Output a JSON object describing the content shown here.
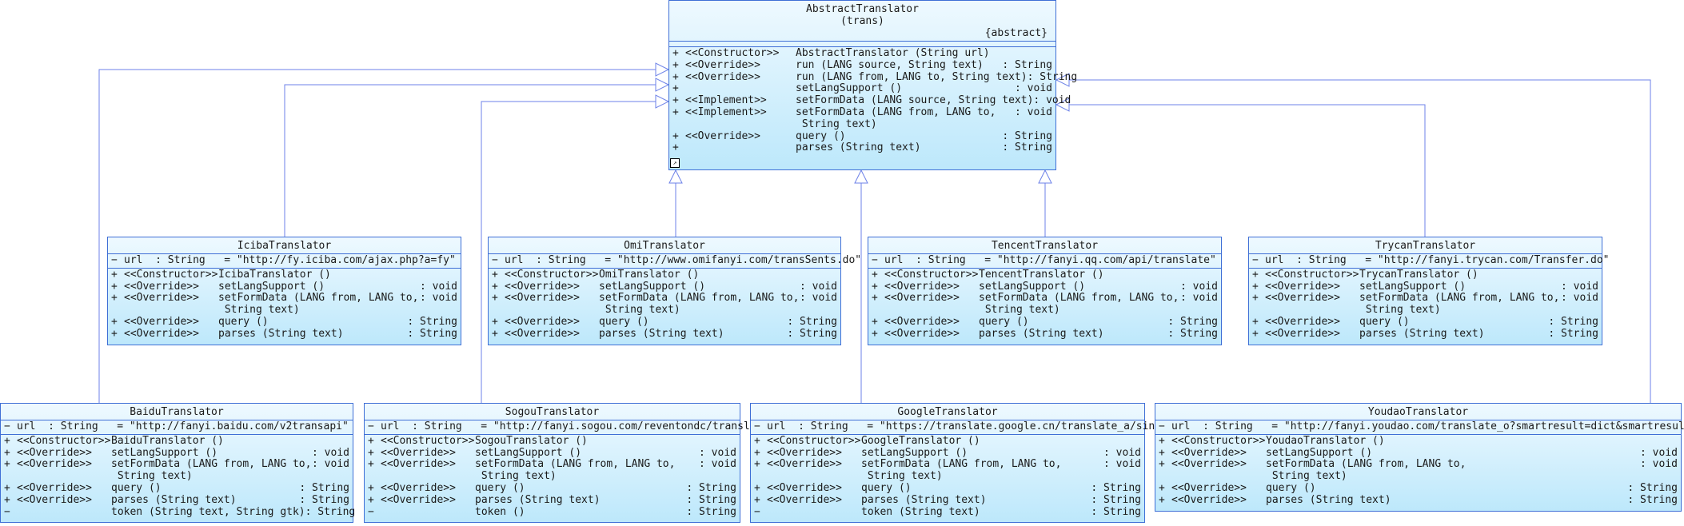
{
  "abstract": {
    "name": "AbstractTranslator",
    "package": "(trans)",
    "flag": "{abstract}",
    "ops": [
      {
        "vis": "+",
        "st": "<<Constructor>>",
        "nm": "AbstractTranslator (String url)",
        "rt": ""
      },
      {
        "vis": "+",
        "st": "<<Override>>",
        "nm": "run (LANG source, String text)",
        "rt": ": String"
      },
      {
        "vis": "+",
        "st": "<<Override>>",
        "nm": "run (LANG from, LANG to, String text)",
        "rt": ": String"
      },
      {
        "vis": "+",
        "st": "",
        "nm": "setLangSupport ()",
        "rt": ": void"
      },
      {
        "vis": "+",
        "st": "<<Implement>>",
        "nm": "setFormData (LANG source, String text)",
        "rt": ": void"
      },
      {
        "vis": "+",
        "st": "<<Implement>>",
        "nm": "setFormData (LANG from, LANG to,",
        "rt": ": void"
      },
      {
        "vis": "",
        "st": "",
        "nm": " String text)",
        "rt": ""
      },
      {
        "vis": "+",
        "st": "<<Override>>",
        "nm": "query ()",
        "rt": ": String"
      },
      {
        "vis": "+",
        "st": "",
        "nm": "parses (String text)",
        "rt": ": String"
      }
    ]
  },
  "classes": [
    {
      "key": "iciba",
      "name": "IcibaTranslator",
      "attr": {
        "vis": "−",
        "nm": "url  : String   = \"http://fy.iciba.com/ajax.php?a=fy\""
      },
      "ops": [
        {
          "vis": "+",
          "st": "<<Constructor>>",
          "nm": "IcibaTranslator ()",
          "rt": ""
        },
        {
          "vis": "+",
          "st": "<<Override>>",
          "nm": "setLangSupport ()",
          "rt": ": void"
        },
        {
          "vis": "+",
          "st": "<<Override>>",
          "nm": "setFormData (LANG from, LANG to,",
          "rt": ": void"
        },
        {
          "vis": "",
          "st": "",
          "nm": " String text)",
          "rt": ""
        },
        {
          "vis": "+",
          "st": "<<Override>>",
          "nm": "query ()",
          "rt": ": String"
        },
        {
          "vis": "+",
          "st": "<<Override>>",
          "nm": "parses (String text)",
          "rt": ": String"
        }
      ]
    },
    {
      "key": "omi",
      "name": "OmiTranslator",
      "attr": {
        "vis": "−",
        "nm": "url  : String   = \"http://www.omifanyi.com/transSents.do\""
      },
      "ops": [
        {
          "vis": "+",
          "st": "<<Constructor>>",
          "nm": "OmiTranslator ()",
          "rt": ""
        },
        {
          "vis": "+",
          "st": "<<Override>>",
          "nm": "setLangSupport ()",
          "rt": ": void"
        },
        {
          "vis": "+",
          "st": "<<Override>>",
          "nm": "setFormData (LANG from, LANG to,",
          "rt": ": void"
        },
        {
          "vis": "",
          "st": "",
          "nm": " String text)",
          "rt": ""
        },
        {
          "vis": "+",
          "st": "<<Override>>",
          "nm": "query ()",
          "rt": ": String"
        },
        {
          "vis": "+",
          "st": "<<Override>>",
          "nm": "parses (String text)",
          "rt": ": String"
        }
      ]
    },
    {
      "key": "tencent",
      "name": "TencentTranslator",
      "attr": {
        "vis": "−",
        "nm": "url  : String   = \"http://fanyi.qq.com/api/translate\""
      },
      "ops": [
        {
          "vis": "+",
          "st": "<<Constructor>>",
          "nm": "TencentTranslator ()",
          "rt": ""
        },
        {
          "vis": "+",
          "st": "<<Override>>",
          "nm": "setLangSupport ()",
          "rt": ": void"
        },
        {
          "vis": "+",
          "st": "<<Override>>",
          "nm": "setFormData (LANG from, LANG to,",
          "rt": ": void"
        },
        {
          "vis": "",
          "st": "",
          "nm": " String text)",
          "rt": ""
        },
        {
          "vis": "+",
          "st": "<<Override>>",
          "nm": "query ()",
          "rt": ": String"
        },
        {
          "vis": "+",
          "st": "<<Override>>",
          "nm": "parses (String text)",
          "rt": ": String"
        }
      ]
    },
    {
      "key": "trycan",
      "name": "TrycanTranslator",
      "attr": {
        "vis": "−",
        "nm": "url  : String   = \"http://fanyi.trycan.com/Transfer.do\""
      },
      "ops": [
        {
          "vis": "+",
          "st": "<<Constructor>>",
          "nm": "TrycanTranslator ()",
          "rt": ""
        },
        {
          "vis": "+",
          "st": "<<Override>>",
          "nm": "setLangSupport ()",
          "rt": ": void"
        },
        {
          "vis": "+",
          "st": "<<Override>>",
          "nm": "setFormData (LANG from, LANG to,",
          "rt": ": void"
        },
        {
          "vis": "",
          "st": "",
          "nm": " String text)",
          "rt": ""
        },
        {
          "vis": "+",
          "st": "<<Override>>",
          "nm": "query ()",
          "rt": ": String"
        },
        {
          "vis": "+",
          "st": "<<Override>>",
          "nm": "parses (String text)",
          "rt": ": String"
        }
      ]
    },
    {
      "key": "baidu",
      "name": "BaiduTranslator",
      "attr": {
        "vis": "−",
        "nm": "url  : String   = \"http://fanyi.baidu.com/v2transapi\""
      },
      "ops": [
        {
          "vis": "+",
          "st": "<<Constructor>>",
          "nm": "BaiduTranslator ()",
          "rt": ""
        },
        {
          "vis": "+",
          "st": "<<Override>>",
          "nm": "setLangSupport ()",
          "rt": ": void"
        },
        {
          "vis": "+",
          "st": "<<Override>>",
          "nm": "setFormData (LANG from, LANG to,",
          "rt": ": void"
        },
        {
          "vis": "",
          "st": "",
          "nm": " String text)",
          "rt": ""
        },
        {
          "vis": "+",
          "st": "<<Override>>",
          "nm": "query ()",
          "rt": ": String"
        },
        {
          "vis": "+",
          "st": "<<Override>>",
          "nm": "parses (String text)",
          "rt": ": String"
        },
        {
          "vis": "−",
          "st": "",
          "nm": "token (String text, String gtk)",
          "rt": ": String"
        }
      ]
    },
    {
      "key": "sogou",
      "name": "SogouTranslator",
      "attr": {
        "vis": "−",
        "nm": "url  : String   = \"http://fanyi.sogou.com/reventondc/translate\""
      },
      "ops": [
        {
          "vis": "+",
          "st": "<<Constructor>>",
          "nm": "SogouTranslator ()",
          "rt": ""
        },
        {
          "vis": "+",
          "st": "<<Override>>",
          "nm": "setLangSupport ()",
          "rt": ": void"
        },
        {
          "vis": "+",
          "st": "<<Override>>",
          "nm": "setFormData (LANG from, LANG to,",
          "rt": ": void"
        },
        {
          "vis": "",
          "st": "",
          "nm": " String text)",
          "rt": ""
        },
        {
          "vis": "+",
          "st": "<<Override>>",
          "nm": "query ()",
          "rt": ": String"
        },
        {
          "vis": "+",
          "st": "<<Override>>",
          "nm": "parses (String text)",
          "rt": ": String"
        },
        {
          "vis": "−",
          "st": "",
          "nm": "token ()",
          "rt": ": String"
        }
      ]
    },
    {
      "key": "google",
      "name": "GoogleTranslator",
      "attr": {
        "vis": "−",
        "nm": "url  : String   = \"https://translate.google.cn/translate_a/single\""
      },
      "ops": [
        {
          "vis": "+",
          "st": "<<Constructor>>",
          "nm": "GoogleTranslator ()",
          "rt": ""
        },
        {
          "vis": "+",
          "st": "<<Override>>",
          "nm": "setLangSupport ()",
          "rt": ": void"
        },
        {
          "vis": "+",
          "st": "<<Override>>",
          "nm": "setFormData (LANG from, LANG to,",
          "rt": ": void"
        },
        {
          "vis": "",
          "st": "",
          "nm": " String text)",
          "rt": ""
        },
        {
          "vis": "+",
          "st": "<<Override>>",
          "nm": "query ()",
          "rt": ": String"
        },
        {
          "vis": "+",
          "st": "<<Override>>",
          "nm": "parses (String text)",
          "rt": ": String"
        },
        {
          "vis": "−",
          "st": "",
          "nm": "token (String text)",
          "rt": ": String"
        }
      ]
    },
    {
      "key": "youdao",
      "name": "YoudaoTranslator",
      "attr": {
        "vis": "−",
        "nm": "url  : String   = \"http://fanyi.youdao.com/translate_o?smartresult=dict&smartresult=rule\""
      },
      "ops": [
        {
          "vis": "+",
          "st": "<<Constructor>>",
          "nm": "YoudaoTranslator ()",
          "rt": ""
        },
        {
          "vis": "+",
          "st": "<<Override>>",
          "nm": "setLangSupport ()",
          "rt": ": void"
        },
        {
          "vis": "+",
          "st": "<<Override>>",
          "nm": "setFormData (LANG from, LANG to,",
          "rt": ": void"
        },
        {
          "vis": "",
          "st": "",
          "nm": " String text)",
          "rt": ""
        },
        {
          "vis": "+",
          "st": "<<Override>>",
          "nm": "query ()",
          "rt": ": String"
        },
        {
          "vis": "+",
          "st": "<<Override>>",
          "nm": "parses (String text)",
          "rt": ": String"
        }
      ]
    }
  ]
}
